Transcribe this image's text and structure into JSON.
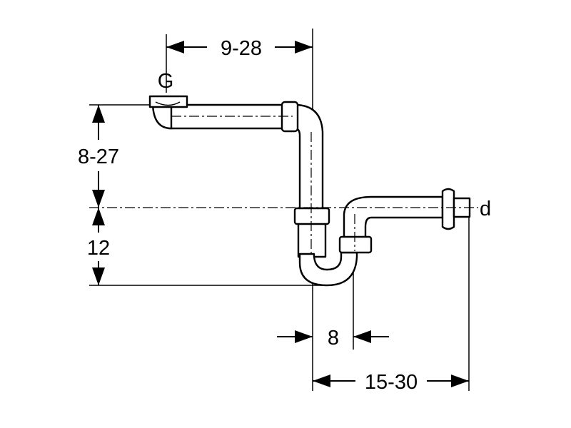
{
  "labels": {
    "top_width": "9-28",
    "inlet_letter": "G",
    "upper_height": "8-27",
    "lower_height": "12",
    "outlet_letter": "d",
    "trap_offset": "8",
    "outlet_distance": "15-30"
  }
}
